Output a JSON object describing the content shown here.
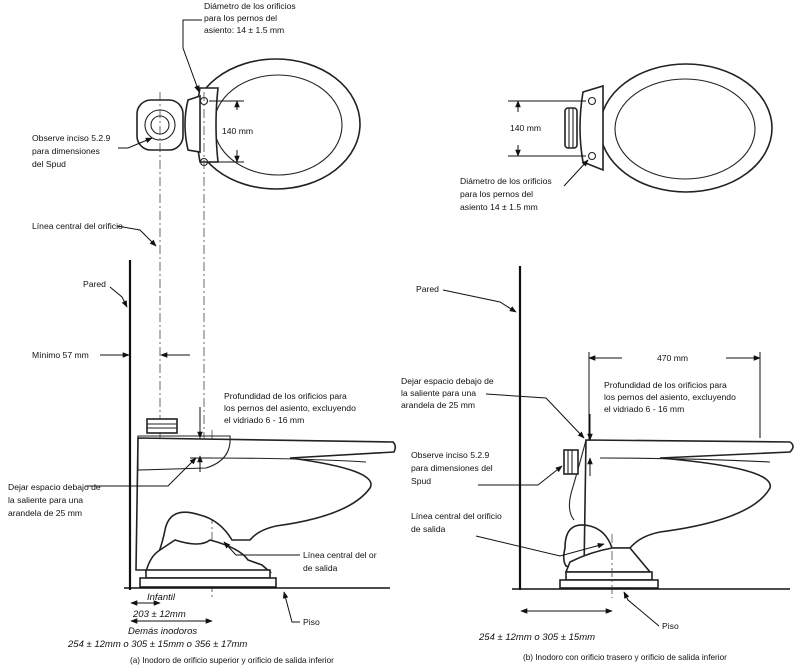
{
  "left": {
    "label_bolt_hole_diameter": [
      "Diámetro de los orificios",
      "para los pernos del",
      "asiento: 14 ± 1.5 mm"
    ],
    "label_140": "140 mm",
    "label_spud": [
      "Observe inciso 5.2.9",
      "para dimensiones",
      "del Spud"
    ],
    "label_centerline": "Línea central del orificio",
    "label_wall": "Pared",
    "label_minimum": "Mínimo 57 mm",
    "label_depth": [
      "Profundidad de los orificios para",
      "los pernos del asiento, excluyendo",
      "el vidriado 6 - 16 mm"
    ],
    "label_space": [
      "Dejar espacio debajo de",
      "la saliente para una",
      "arandela de 25 mm"
    ],
    "label_outlet_centerline": [
      "Línea central del or",
      "de salida"
    ],
    "label_infantil": "Infantil",
    "label_infantil_dim": "203 ± 12mm",
    "label_demas": "Demás inodoros",
    "label_demas_dim": "254 ± 12mm o 305 ± 15mm o 356 ± 17mm",
    "label_floor": "Piso",
    "caption": "(a) Inodoro de orificio superior  y orificio de salida inferior"
  },
  "right": {
    "label_140": "140 mm",
    "label_bolt_hole_diameter": [
      "Diámetro de los orificios",
      "para los pernos del",
      "asiento 14 ± 1.5 mm"
    ],
    "label_wall": "Pared",
    "label_470": "470 mm",
    "label_space": [
      "Dejar espacio debajo de",
      "la saliente para una",
      "arandela de 25 mm"
    ],
    "label_depth": [
      "Profundidad de los orificios para",
      "los pernos del asiento, excluyendo",
      "el vidriado 6 - 16 mm"
    ],
    "label_spud": [
      "Observe inciso 5.2.9",
      "para dimensiones del",
      "Spud"
    ],
    "label_outlet_centerline": [
      "Línea central del orificio",
      "de salida"
    ],
    "label_floor_dim": "254 ± 12mm o 305 ± 15mm",
    "label_floor": "Piso",
    "caption": "(b) Inodoro con orificio trasero y orificio de salida inferior"
  }
}
